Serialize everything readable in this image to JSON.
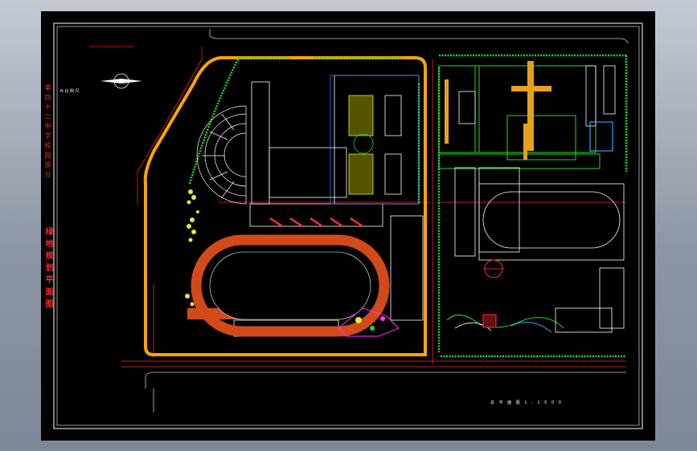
{
  "drawing": {
    "title_small": "第四十二中学校园部分",
    "title_large": "绿地规划平面图",
    "north_label": "N 比 例 尺",
    "scale_label": "总 平 面 图 1 : 1 0 0 0"
  },
  "colors": {
    "background": "#000000",
    "frame": "#ffffff",
    "road": "#ff2020",
    "track": "#d24a1a",
    "boundary": "#ffa500",
    "greenery": "#22dd22",
    "yellow_shrub": "#e6e640",
    "building": "#ffffff",
    "cyan_building": "#3aa0ff",
    "magenta": "#ff33ff"
  },
  "icons": {
    "north_arrow": "north-arrow-icon",
    "tree": "tree-symbol-icon"
  }
}
